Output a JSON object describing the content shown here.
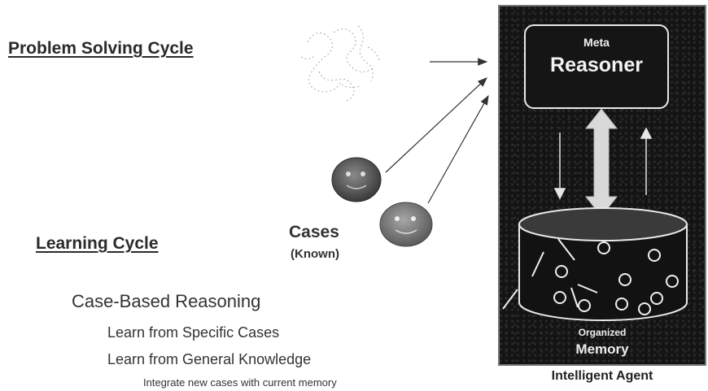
{
  "headings": {
    "problem_solving": "Problem Solving Cycle",
    "learning": "Learning Cycle"
  },
  "cases": {
    "label": "Cases",
    "sublabel": "(Known)"
  },
  "cbr": {
    "title": "Case-Based Reasoning",
    "item1": "Learn from Specific Cases",
    "item2": "Learn from General Knowledge",
    "item3": "Integrate new cases with current memory"
  },
  "agent": {
    "meta_line1": "Meta",
    "meta_line2": "Reasoner",
    "memory_line1": "Organized",
    "memory_line2": "Memory",
    "caption": "Intelligent Agent"
  }
}
